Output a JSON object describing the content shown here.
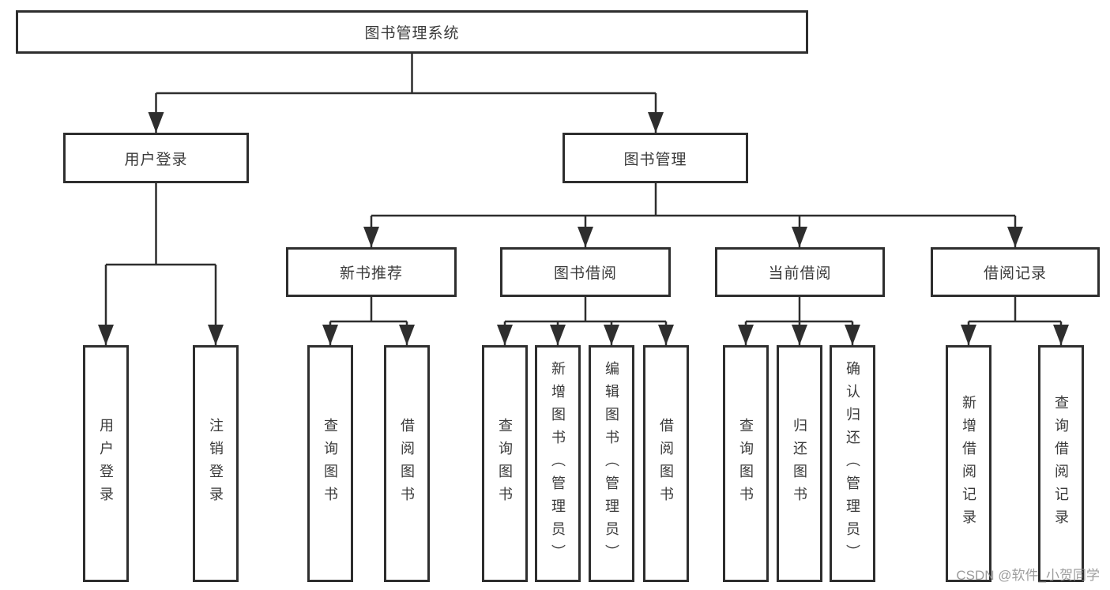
{
  "watermark": "CSDN @软件_小贺同学",
  "colors": {
    "line": "#333333",
    "border": "#2e2e2e",
    "text": "#3a3a3a",
    "watermark": "#8c8c8c",
    "background": "#ffffff"
  },
  "root": {
    "label": "图书管理系统",
    "children": [
      {
        "label": "用户登录",
        "children": [
          {
            "label": "用户登录"
          },
          {
            "label": "注销登录"
          }
        ]
      },
      {
        "label": "图书管理",
        "children": [
          {
            "label": "新书推荐",
            "children": [
              {
                "label": "查询图书"
              },
              {
                "label": "借阅图书"
              }
            ]
          },
          {
            "label": "图书借阅",
            "children": [
              {
                "label": "查询图书"
              },
              {
                "label": "新增图书（管理员）"
              },
              {
                "label": "编辑图书（管理员）"
              },
              {
                "label": "借阅图书"
              }
            ]
          },
          {
            "label": "当前借阅",
            "children": [
              {
                "label": "查询图书"
              },
              {
                "label": "归还图书"
              },
              {
                "label": "确认归还（管理员）"
              }
            ]
          },
          {
            "label": "借阅记录",
            "children": [
              {
                "label": "新增借阅记录"
              },
              {
                "label": "查询借阅记录"
              }
            ]
          }
        ]
      }
    ]
  }
}
